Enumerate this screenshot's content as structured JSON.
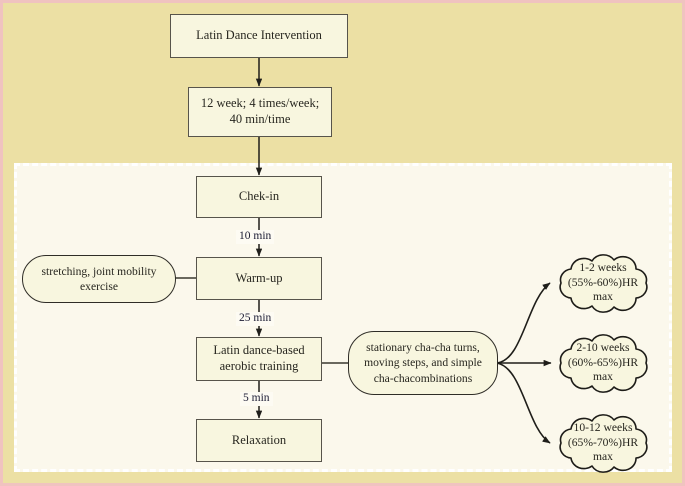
{
  "figure": {
    "type": "flowchart",
    "outer_background": "#ece0a4",
    "inner_panel_background": "#fbf8ec",
    "node_fill": "#f8f6df",
    "node_stroke": "#57544b"
  },
  "nodes": {
    "intervention": {
      "label": "Latin Dance Intervention"
    },
    "dosage": {
      "line1": "12 week;  4 times/week;",
      "line2": "40 min/time"
    },
    "checkin": {
      "label": "Chek-in"
    },
    "warmup": {
      "label": "Warm-up"
    },
    "stretching": {
      "line1": "stretching,  joint mobility",
      "line2": "exercise"
    },
    "aerobic": {
      "line1": "Latin dance-based",
      "line2": "aerobic training"
    },
    "content": {
      "line1": "stationary cha-cha turns,",
      "line2": "moving steps, and simple",
      "line3": "cha-chacombinations"
    },
    "relaxation": {
      "label": "Relaxation"
    }
  },
  "edge_labels": {
    "checkin_to_warmup": "10 min",
    "warmup_to_aerobic": "25 min",
    "aerobic_to_relaxation": "5 min"
  },
  "intensity_clouds": [
    {
      "line1": "1-2 weeks",
      "line2": "(55%-60%)HR",
      "line3": "max"
    },
    {
      "line1": "2-10 weeks",
      "line2": "(60%-65%)HR",
      "line3": "max"
    },
    {
      "line1": "10-12 weeks",
      "line2": "(65%-70%)HR",
      "line3": "max"
    }
  ]
}
